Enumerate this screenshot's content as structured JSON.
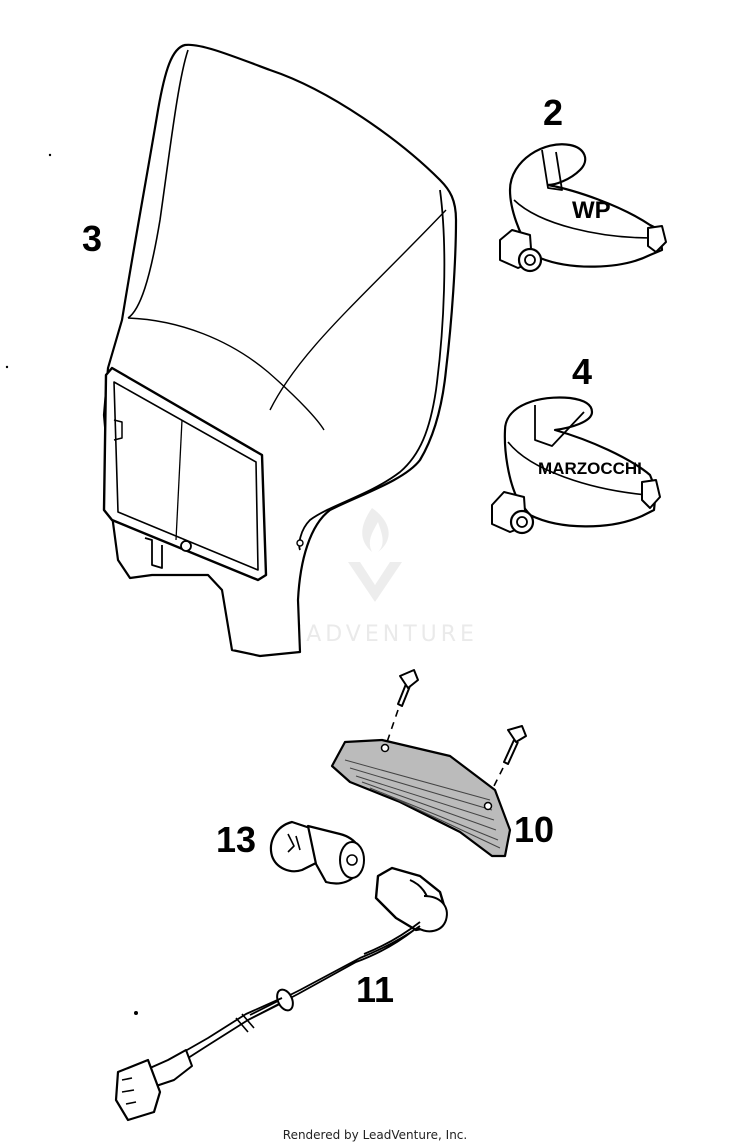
{
  "parts": {
    "headlight_mask": {
      "label": "3"
    },
    "clamp_wp": {
      "label": "2",
      "text": "WP"
    },
    "clamp_marzocchi": {
      "label": "4",
      "text": "MARZOCCHI"
    },
    "reflector": {
      "label": "10"
    },
    "bulb": {
      "label": "13"
    },
    "socket_harness": {
      "label": "11"
    }
  },
  "watermark": {
    "text": "LEADVENTURE",
    "icon": "leadventure-flame-logo"
  },
  "footer": {
    "text": "Rendered by LeadVenture, Inc."
  }
}
